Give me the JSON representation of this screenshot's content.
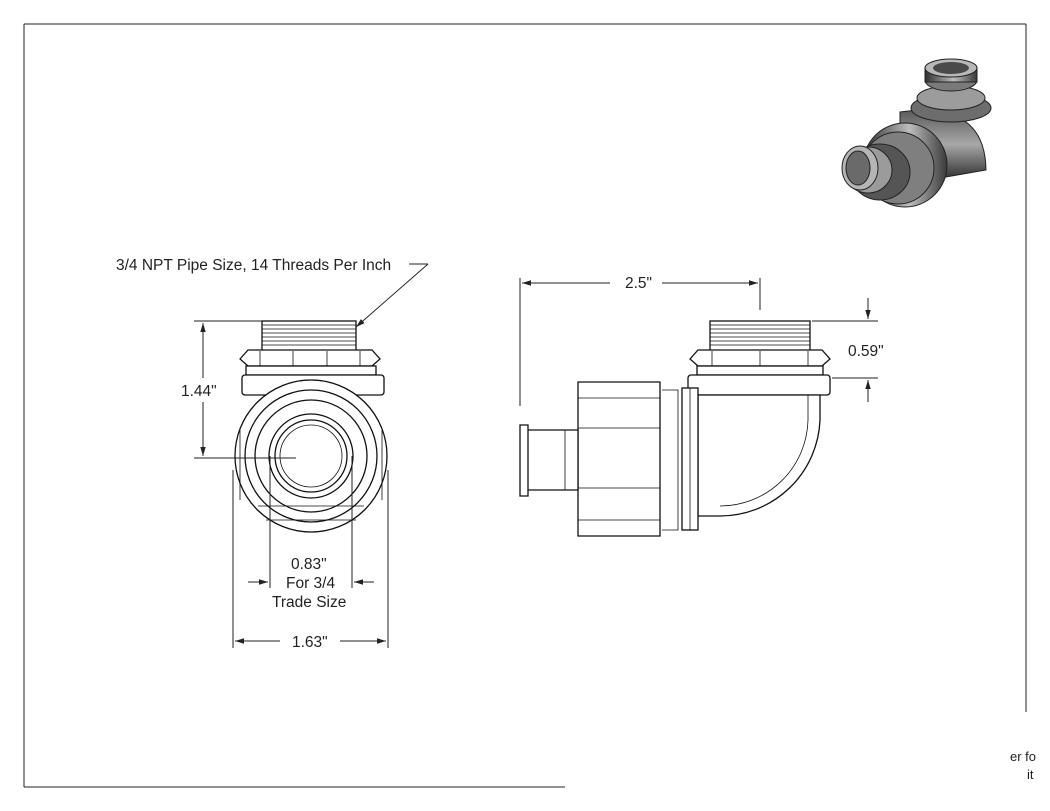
{
  "drawing": {
    "callout_thread": "3/4 NPT Pipe Size, 14 Threads Per Inch",
    "dim_height": "1.44\"",
    "dim_inner_value": "0.83\"",
    "dim_inner_note_1": "For 3/4",
    "dim_inner_note_2": "Trade Size",
    "dim_width": "1.63\"",
    "dim_length": "2.5\"",
    "dim_thread": "0.59\""
  },
  "title_block_fragment": {
    "line_1": "er fo",
    "line_2": "it"
  }
}
